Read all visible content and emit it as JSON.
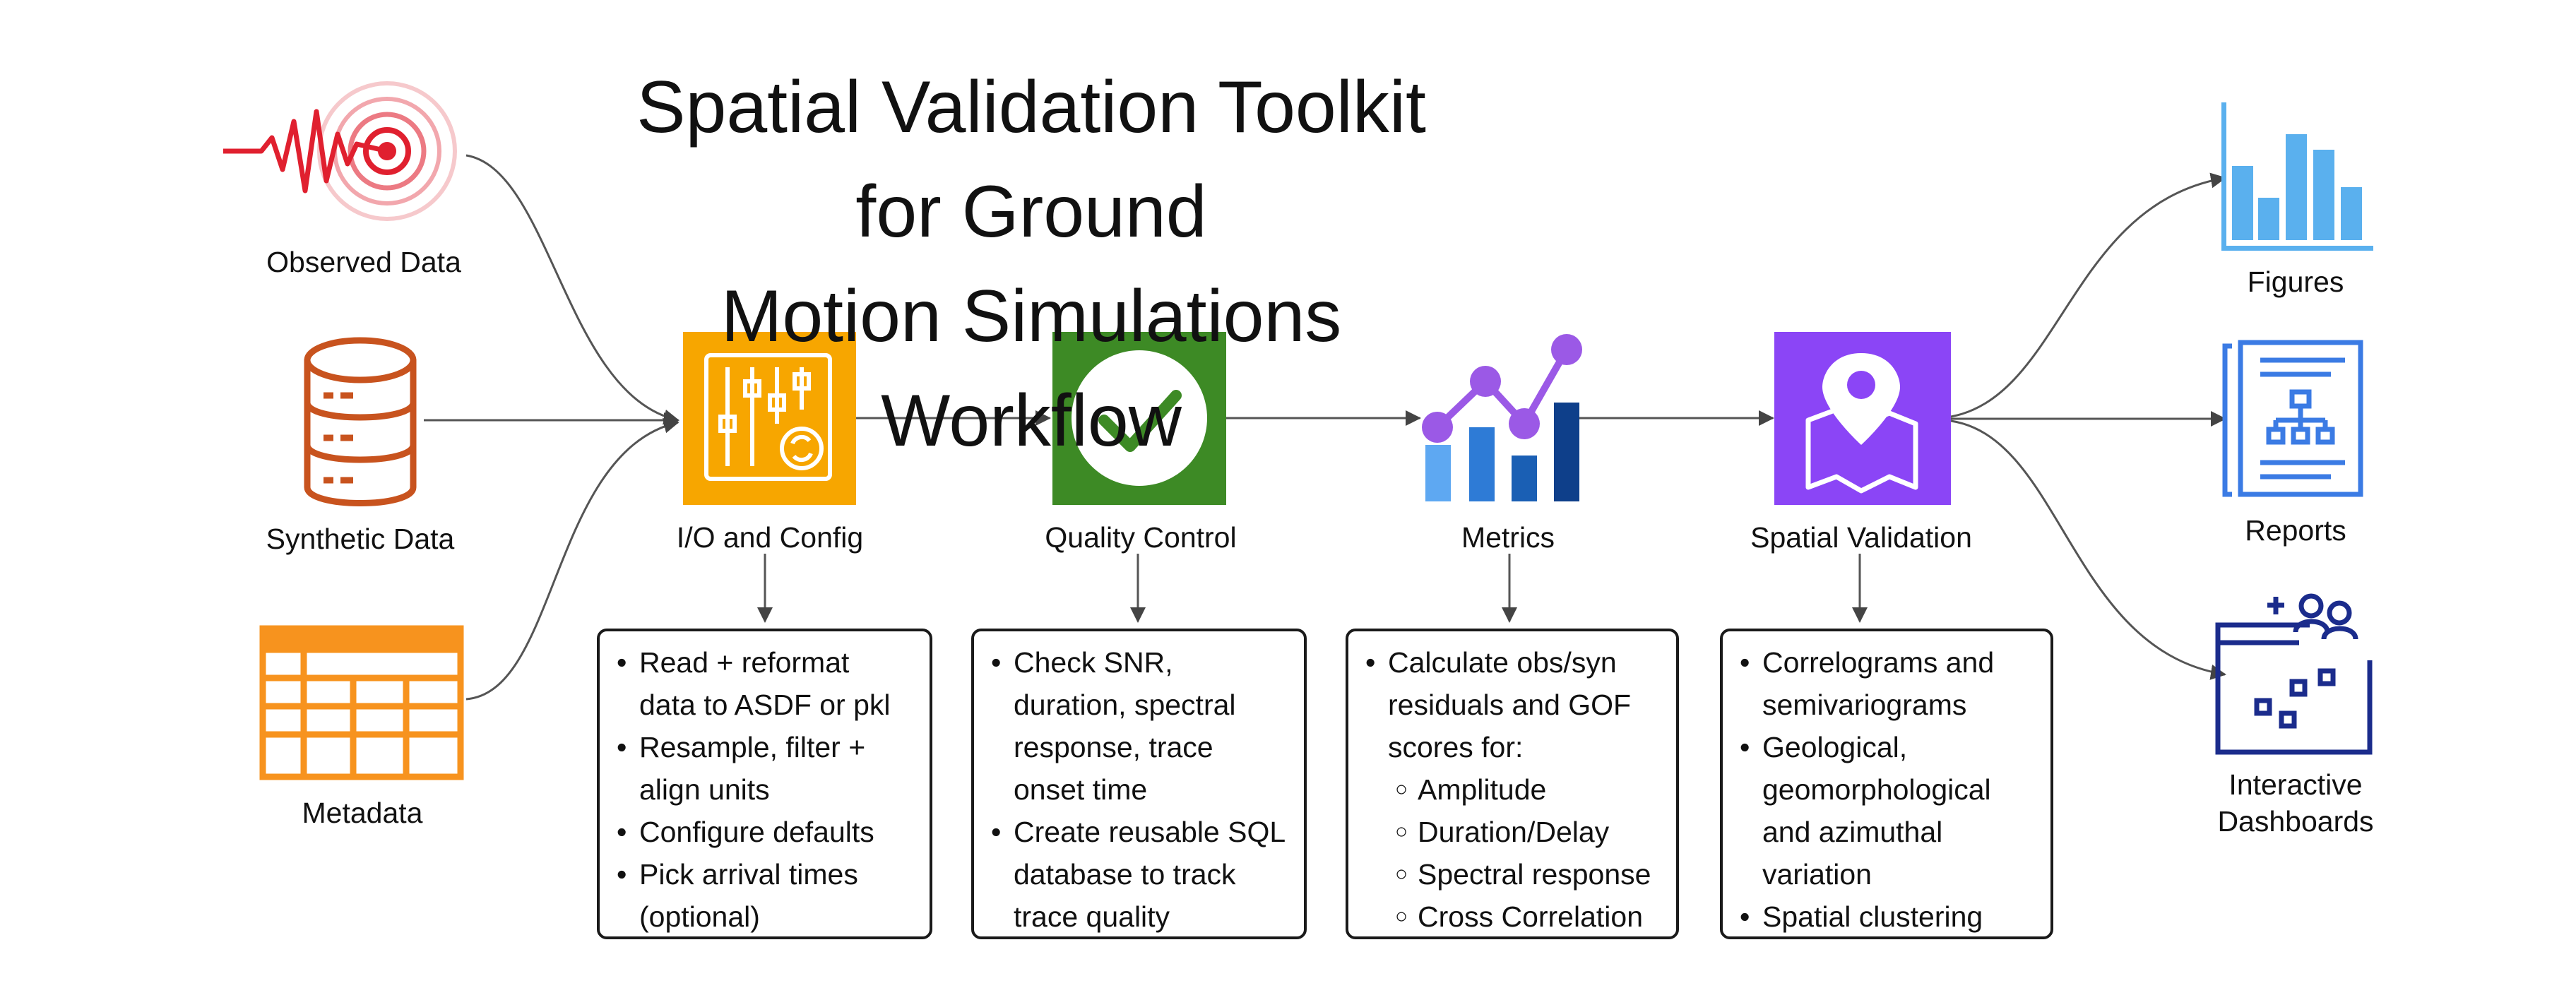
{
  "title_line1": "Spatial Validation Toolkit for Ground",
  "title_line2": "Motion Simulations Workflow",
  "inputs": {
    "observed": "Observed Data",
    "synthetic": "Synthetic Data",
    "metadata": "Metadata"
  },
  "stages": {
    "io": {
      "label": "I/O and Config",
      "color": "#F7A600",
      "items": [
        [
          "Read + reformat",
          "data to ASDF or pkl"
        ],
        [
          "Resample, filter +",
          "align units"
        ],
        [
          "Configure defaults"
        ],
        [
          "Pick arrival times",
          "(optional)"
        ]
      ]
    },
    "qc": {
      "label": "Quality Control",
      "color": "#3D8A25",
      "items": [
        [
          "Check SNR,",
          "duration, spectral",
          "response, trace",
          "onset time"
        ],
        [
          "Create reusable SQL",
          "database to track",
          "trace quality"
        ]
      ]
    },
    "metrics": {
      "label": "Metrics",
      "items": [
        [
          "Calculate obs/syn",
          "residuals and GOF",
          "scores for:"
        ]
      ],
      "subitems": [
        "Amplitude",
        "Duration/Delay",
        "Spectral response",
        "Cross Correlation"
      ]
    },
    "spatial": {
      "label": "Spatial Validation",
      "color": "#8B45F6",
      "items": [
        [
          "Correlograms and",
          "semivariograms"
        ],
        [
          "Geological,",
          "geomorphological",
          "and azimuthal",
          "variation"
        ],
        [
          "Spatial clustering"
        ]
      ]
    }
  },
  "outputs": {
    "figures": "Figures",
    "reports": "Reports",
    "dashboards_line1": "Interactive",
    "dashboards_line2": "Dashboards"
  }
}
